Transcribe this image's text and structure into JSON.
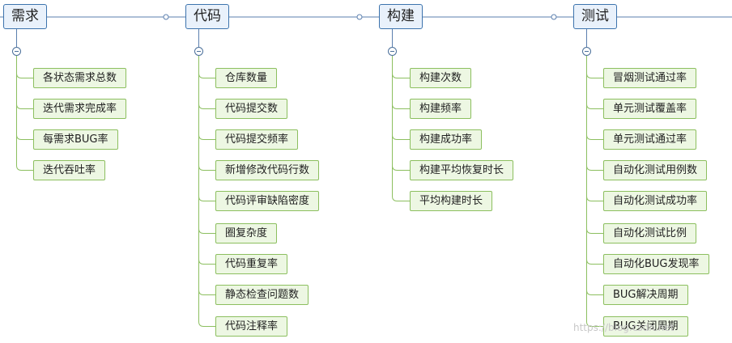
{
  "branches": [
    {
      "topic": "需求",
      "items": [
        "各状态需求总数",
        "迭代需求完成率",
        "每需求BUG率",
        "迭代吞吐率"
      ]
    },
    {
      "topic": "代码",
      "items": [
        "仓库数量",
        "代码提交数",
        "代码提交频率",
        "新增修改代码行数",
        "代码评审缺陷密度",
        "圈复杂度",
        "代码重复率",
        "静态检查问题数",
        "代码注释率"
      ]
    },
    {
      "topic": "构建",
      "items": [
        "构建次数",
        "构建频率",
        "构建成功率",
        "构建平均恢复时长",
        "平均构建时长"
      ]
    },
    {
      "topic": "测试",
      "items": [
        "冒烟测试通过率",
        "单元测试覆盖率",
        "单元测试通过率",
        "自动化测试用例数",
        "自动化测试成功率",
        "自动化测试比例",
        "自动化BUG发现率",
        "BUG解决周期",
        "BUG关闭周期"
      ]
    }
  ],
  "watermark": "https://blog.csdn.net",
  "colors": {
    "topic_fill": "#e9f1fb",
    "topic_border": "#3c73ad",
    "item_fill": "#edf7e3",
    "item_border": "#8cbf5f",
    "connector": "#5b7fae"
  }
}
